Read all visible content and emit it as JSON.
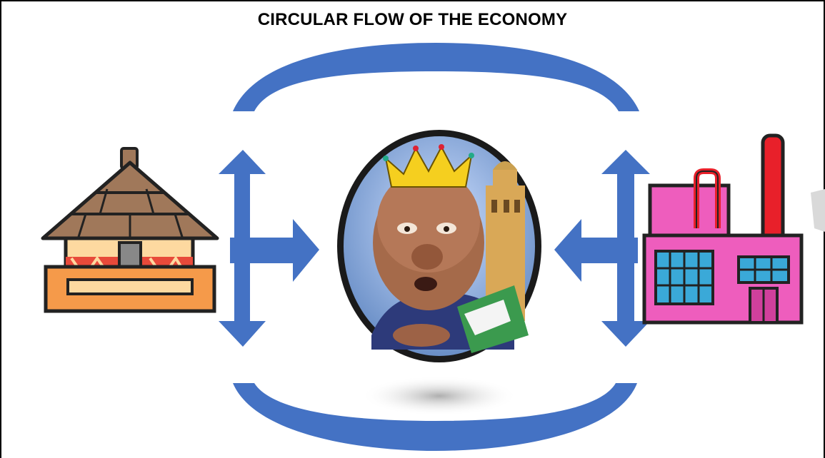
{
  "diagram": {
    "title": "CIRCULAR FLOW OF THE ECONOMY",
    "nodes": [
      {
        "id": "households",
        "icon": "hut-icon"
      },
      {
        "id": "government",
        "icon": "portrait-king-icon"
      },
      {
        "id": "firms",
        "icon": "factory-icon"
      }
    ],
    "colors": {
      "flow": "#4472c4",
      "hut_roof": "#a0785a",
      "hut_wall": "#fdd9a0",
      "hut_base": "#f59a4a",
      "hut_door": "#888888",
      "factory_body": "#ee5dbd",
      "factory_window": "#3aa9d8",
      "chimney": "#e8202a"
    }
  }
}
